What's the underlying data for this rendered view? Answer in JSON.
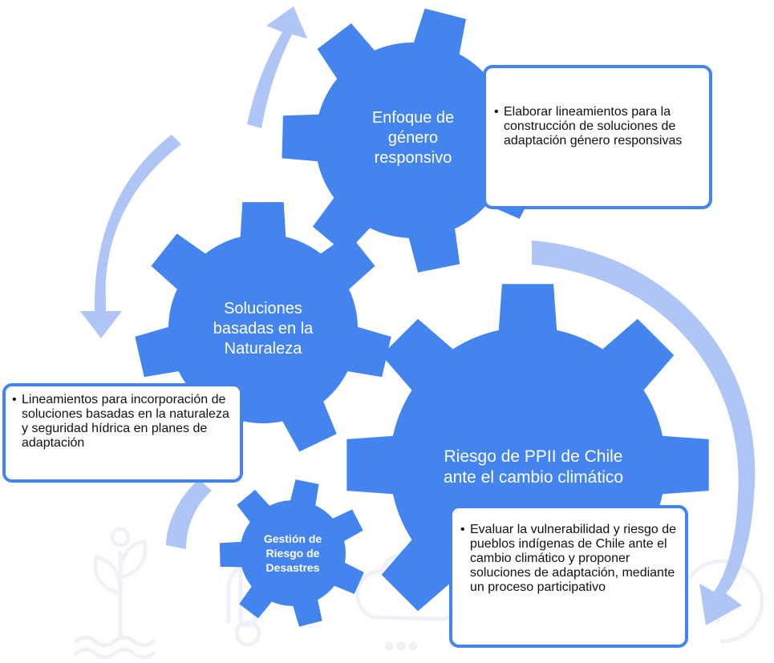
{
  "gears": {
    "genero": {
      "lines": [
        "Enfoque de",
        "género",
        "responsivo"
      ]
    },
    "naturaleza": {
      "lines": [
        "Soluciones",
        "basadas en la",
        "Naturaleza"
      ]
    },
    "riesgo_ppii": {
      "lines": [
        "Riesgo de PPII de Chile",
        "ante el cambio climático"
      ]
    },
    "desastres": {
      "lines": [
        "Gestión de",
        "Riesgo de",
        "Desastres"
      ]
    }
  },
  "boxes": {
    "genero": {
      "bullet": "Elaborar lineamientos para la construcción de soluciones de adaptación género responsivas"
    },
    "naturaleza": {
      "bullet": "Lineamientos para incorporación de soluciones basadas en la naturaleza y seguridad hídrica en planes de adaptación"
    },
    "riesgo_ppii": {
      "bullet": "Evaluar la vulnerabilidad y riesgo de pueblos indígenas de Chile ante el cambio climático y proponer soluciones de adaptación, mediante un proceso participativo"
    }
  },
  "colors": {
    "gear": "#4484ef",
    "arrow": "#aec5f6",
    "box_border": "#4484ef",
    "watermark": "#eef2f8"
  },
  "icons": [
    "sprout-icon",
    "water-waves-icon",
    "thermometer-icon",
    "cloud-rain-icon",
    "cycle-icon"
  ]
}
